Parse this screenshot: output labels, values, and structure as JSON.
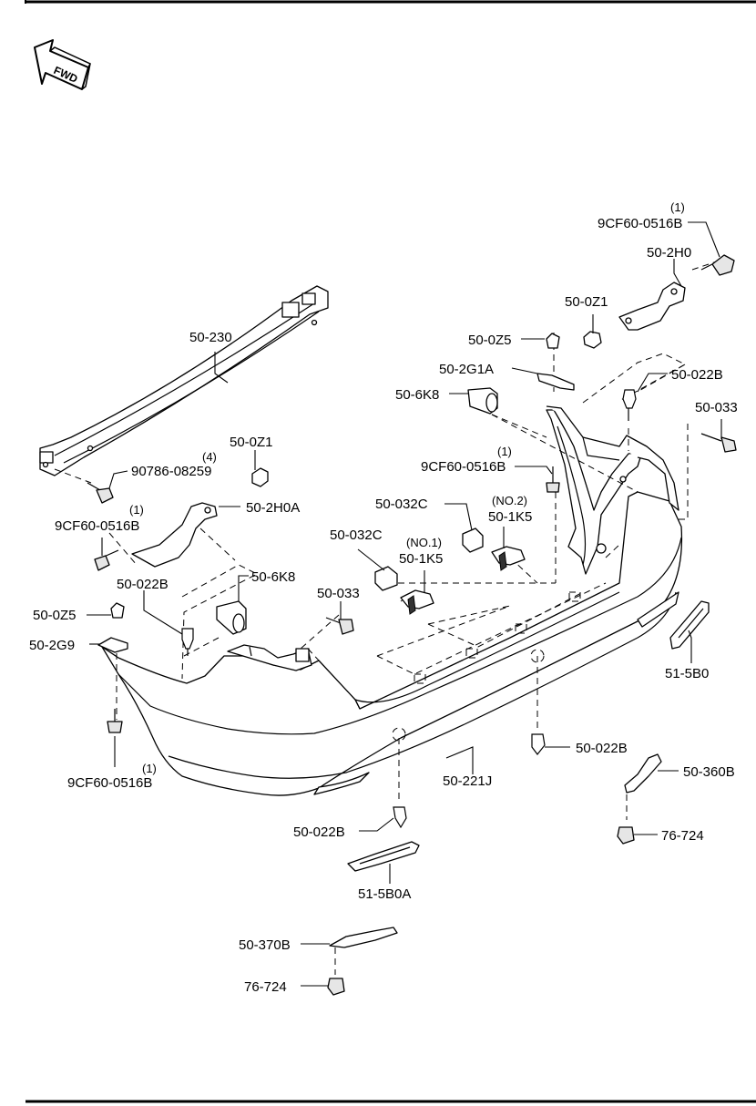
{
  "header": {
    "fwd_label": "FWD"
  },
  "callouts": {
    "screw_top_right_qty": "(1)",
    "screw_top_right": "9CF60-0516B",
    "bracket_right": "50-2H0",
    "nut_right": "50-0Z1",
    "retainer_right": "50-0Z5",
    "spacer_right": "50-2G1A",
    "clip_upper_right": "50-022B",
    "absorber_right": "50-6K8",
    "screw_far_right": "50-033",
    "screw_center_qty": "(1)",
    "screw_center": "9CF60-0516B",
    "reinforcement": "50-230",
    "nut_left": "50-0Z1",
    "bolt_qty": "(4)",
    "bolt": "90786-08259",
    "screw_left_qty": "(1)",
    "screw_left": "9CF60-0516B",
    "bracket_left": "50-2H0A",
    "bolt_cap_right": "50-032C",
    "bolt_cap_left": "50-032C",
    "bracket_no2_tag": "(NO.2)",
    "bracket_no2": "50-1K5",
    "bracket_no1_tag": "(NO.1)",
    "bracket_no1": "50-1K5",
    "clip_left": "50-022B",
    "absorber_left": "50-6K8",
    "screw_mid_left": "50-033",
    "retainer_left": "50-0Z5",
    "spacer_left": "50-2G9",
    "reflector_right": "51-5B0",
    "screw_bottom_left": "9CF60-0516B",
    "screw_bottom_left_qty": "(1)",
    "clip_lower_right": "50-022B",
    "bumper_cover": "50-221J",
    "bracket_lower_right": "50-360B",
    "clip_bottom": "50-022B",
    "nut_lower_right": "76-724",
    "reflector_left": "51-5B0A",
    "bracket_lower_left": "50-370B",
    "nut_bottom": "76-724"
  }
}
